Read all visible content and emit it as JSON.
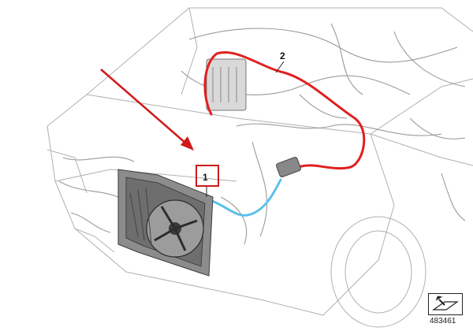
{
  "callouts": [
    {
      "number": "1",
      "highlighted": true
    },
    {
      "number": "2",
      "highlighted": false
    }
  ],
  "reference_number": "483461",
  "colors": {
    "outline": "#9a9a9a",
    "dark_part": "#555555",
    "cable_red": "#e02020",
    "cable_blue": "#5bc0eb",
    "arrow_red": "#d11919",
    "highlight_box": "#d11919"
  },
  "icons": {
    "pointer_arrow": "red-arrow-icon",
    "page_reference": "view-direction-icon"
  }
}
